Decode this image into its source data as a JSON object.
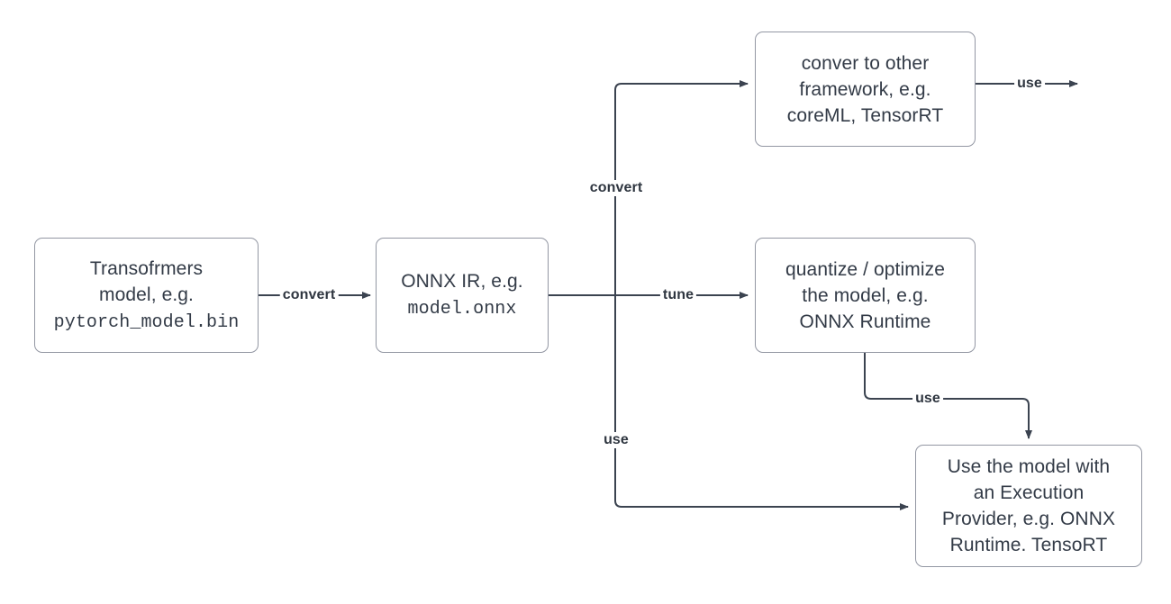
{
  "diagram": {
    "type": "flowchart",
    "background_color": "#ffffff",
    "node_border_color": "#9397a3",
    "node_text_color": "#333b47",
    "edge_color": "#3b4350",
    "edge_label_color": "#2f3640",
    "nodes": [
      {
        "id": "transformers-model",
        "lines": [
          {
            "text": "Transofrmers",
            "style": "sans"
          },
          {
            "text": "model, e.g.",
            "style": "sans"
          },
          {
            "text": "pytorch_model.bin",
            "style": "mono"
          }
        ]
      },
      {
        "id": "onnx-ir",
        "lines": [
          {
            "text": "ONNX IR, e.g.",
            "style": "sans"
          },
          {
            "text": "model.onnx",
            "style": "mono"
          }
        ]
      },
      {
        "id": "convert-other-framework",
        "lines": [
          {
            "text": "conver to other",
            "style": "sans"
          },
          {
            "text": "framework, e.g.",
            "style": "sans"
          },
          {
            "text": "coreML, TensorRT",
            "style": "sans"
          }
        ]
      },
      {
        "id": "quantize-optimize",
        "lines": [
          {
            "text": "quantize / optimize",
            "style": "sans"
          },
          {
            "text": "the model, e.g.",
            "style": "sans"
          },
          {
            "text": "ONNX  Runtime",
            "style": "sans"
          }
        ]
      },
      {
        "id": "use-execution-provider",
        "lines": [
          {
            "text": "Use the model with",
            "style": "sans"
          },
          {
            "text": "an Execution",
            "style": "sans"
          },
          {
            "text": "Provider, e.g. ONNX",
            "style": "sans"
          },
          {
            "text": "Runtime. TensoRT",
            "style": "sans"
          }
        ]
      }
    ],
    "edge_labels": [
      {
        "id": "convert-main",
        "text": "convert"
      },
      {
        "id": "convert-branch",
        "text": "convert"
      },
      {
        "id": "tune",
        "text": "tune"
      },
      {
        "id": "use-branch",
        "text": "use"
      },
      {
        "id": "use-quantize",
        "text": "use"
      },
      {
        "id": "use-framework",
        "text": "use"
      }
    ]
  }
}
